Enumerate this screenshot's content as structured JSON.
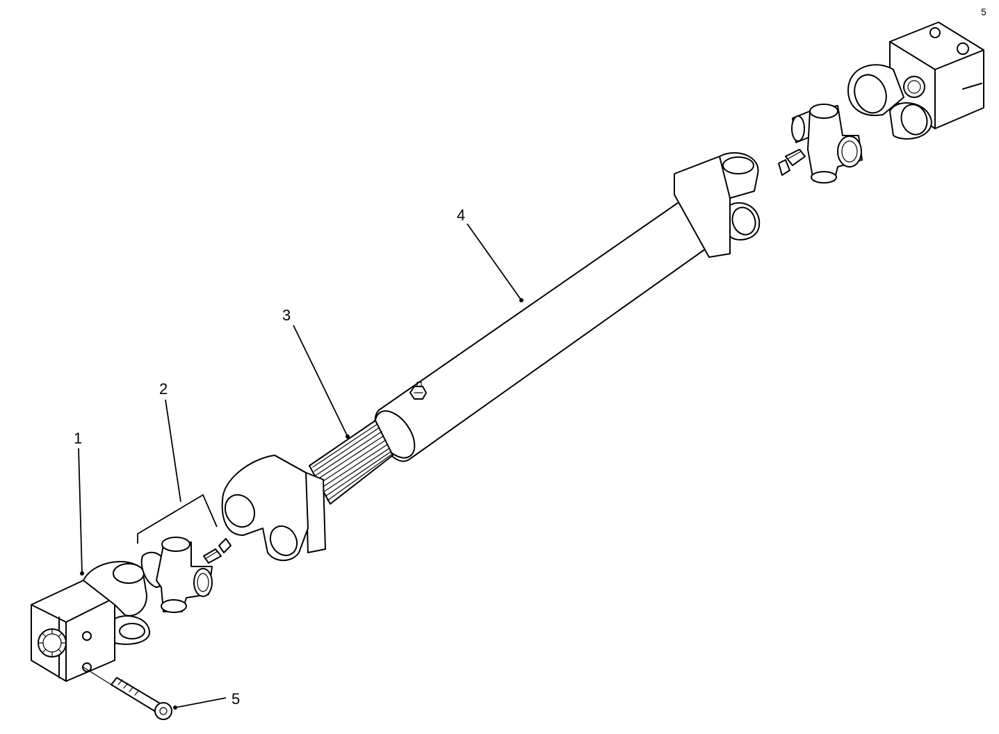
{
  "callouts": {
    "c1": "1",
    "c2": "2",
    "c3": "3",
    "c4": "4",
    "c5": "5"
  },
  "corner_mark": "5"
}
